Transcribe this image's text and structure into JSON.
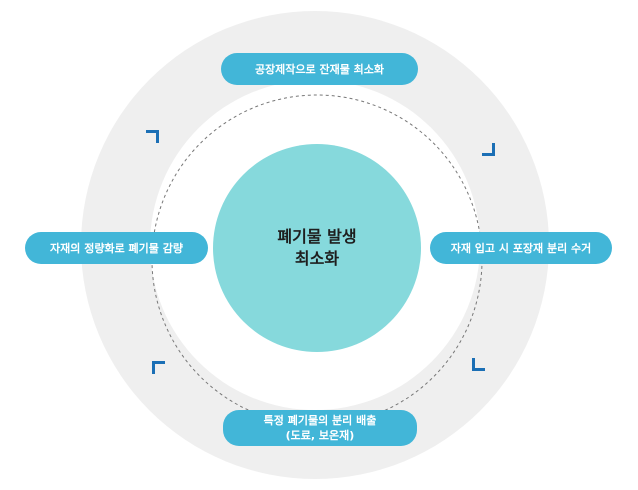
{
  "center": {
    "line1": "폐기물 발생",
    "line2": "최소화"
  },
  "nodes": {
    "top": "공장제작으로 잔재물 최소화",
    "left": "자재의 정량화로 폐기물 감량",
    "right": "자재 입고 시 포장재 분리 수거",
    "bottom_line1": "특정 폐기물의 분리 배출",
    "bottom_line2": "(도료, 보온재)"
  },
  "colors": {
    "outer_ring": "#efefef",
    "center": "#86d9dc",
    "pill": "#42b6d8",
    "bracket": "#1b6fb5",
    "dashed_circle": "#777777"
  }
}
